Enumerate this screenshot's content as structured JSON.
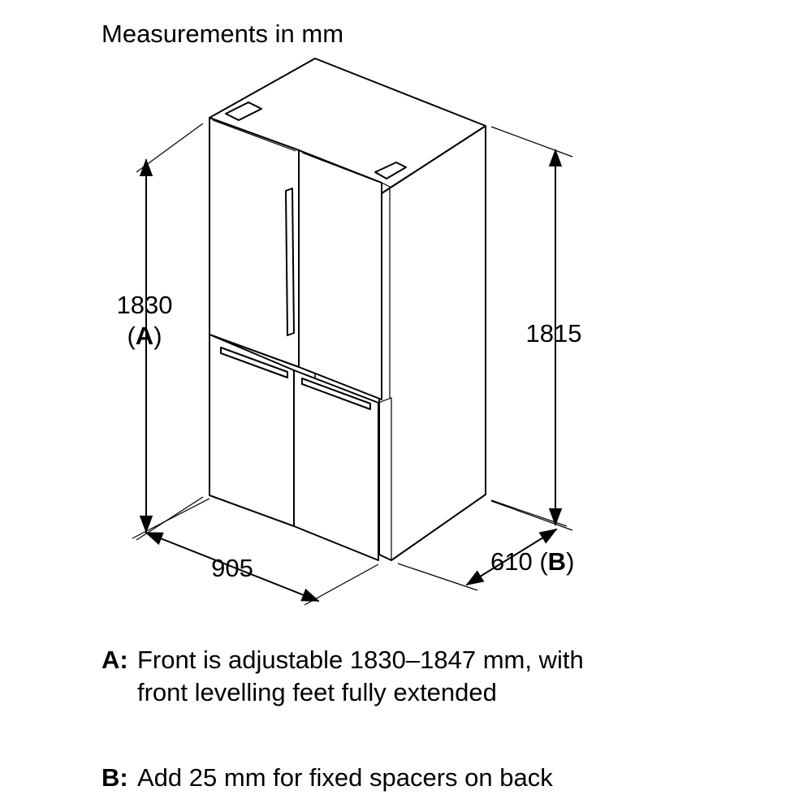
{
  "title": "Measurements in mm",
  "dimensions": {
    "front_height": "1830",
    "front_height_ref": "A",
    "back_height": "1815",
    "width": "905",
    "depth": "610",
    "depth_ref": "B"
  },
  "notes": {
    "a_label": "A:",
    "a_line1": "Front is adjustable 1830–1847 mm, with",
    "a_line2": "front levelling feet fully extended",
    "b_label": "B:",
    "b_text": "Add 25 mm for fixed spacers on back"
  }
}
